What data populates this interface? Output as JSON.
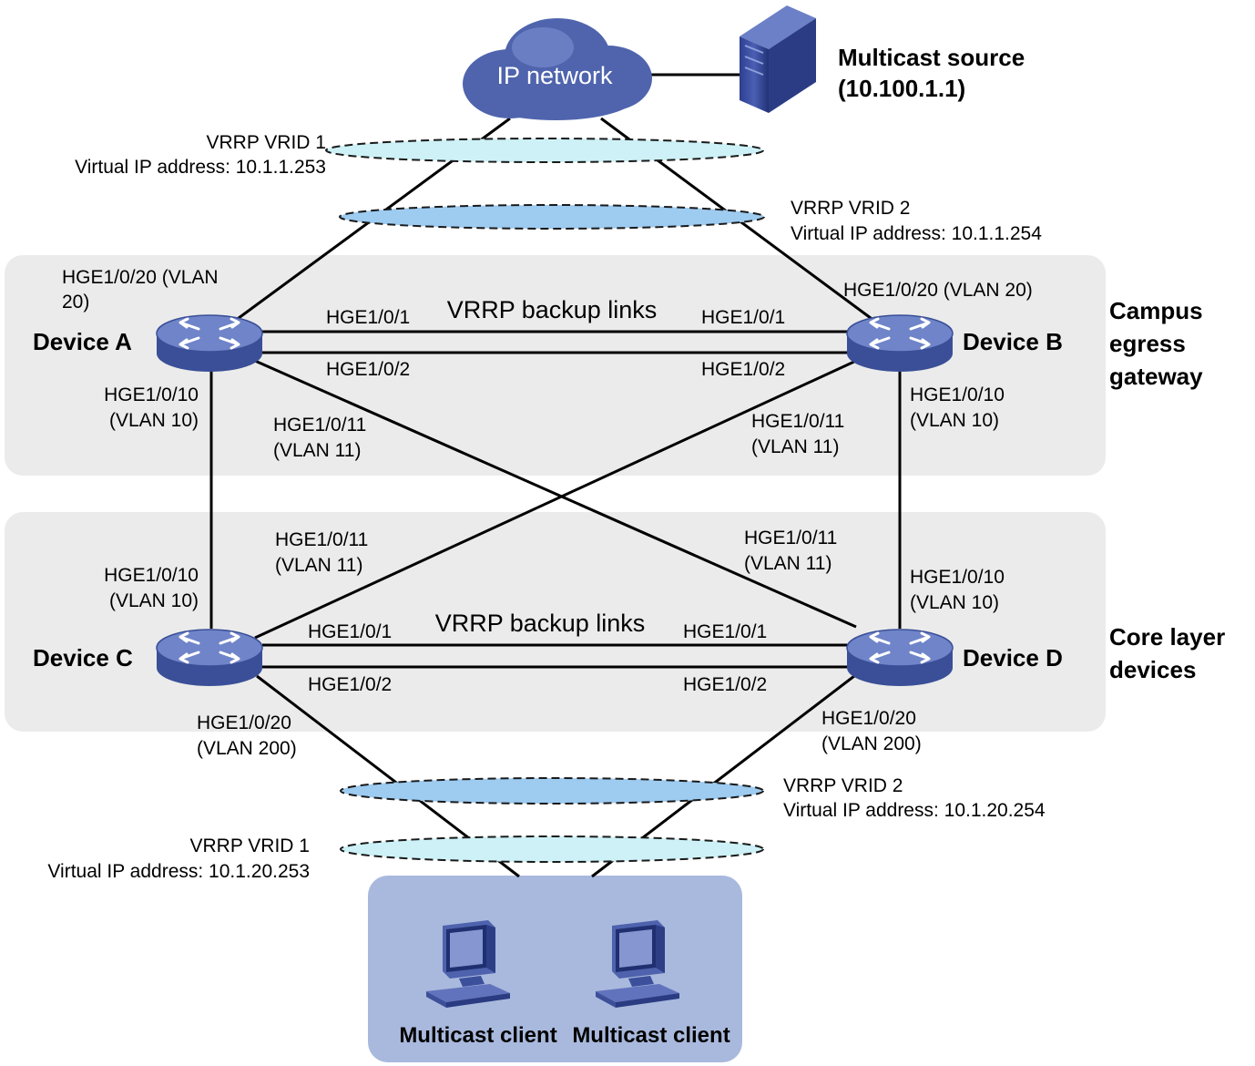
{
  "cloud_label": "IP network",
  "source": {
    "line1": "Multicast source",
    "line2": "(10.100.1.1)"
  },
  "vrrp_top_1": {
    "name": "VRRP VRID 1",
    "vip": "Virtual IP address: 10.1.1.253"
  },
  "vrrp_top_2": {
    "name": "VRRP VRID 2",
    "vip": "Virtual IP address: 10.1.1.254"
  },
  "vrrp_bottom_1": {
    "name": "VRRP VRID 1",
    "vip": "Virtual IP address: 10.1.20.253"
  },
  "vrrp_bottom_2": {
    "name": "VRRP VRID 2",
    "vip": "Virtual IP address: 10.1.20.254"
  },
  "zones": {
    "egress": [
      "Campus",
      "egress",
      "gateway"
    ],
    "core": [
      "Core layer",
      "devices"
    ]
  },
  "devices": {
    "a": "Device A",
    "b": "Device B",
    "c": "Device C",
    "d": "Device D"
  },
  "backup_links_label": "VRRP backup links",
  "ports": {
    "a_up": [
      "HGE1/0/20 (VLAN",
      "20)"
    ],
    "b_up": "HGE1/0/20 (VLAN 20)",
    "a_p1": "HGE1/0/1",
    "a_p2": "HGE1/0/2",
    "b_p1": "HGE1/0/1",
    "b_p2": "HGE1/0/2",
    "a_p10": [
      "HGE1/0/10",
      "(VLAN 10)"
    ],
    "a_p11": [
      "HGE1/0/11",
      "(VLAN 11)"
    ],
    "b_p10": [
      "HGE1/0/10",
      "(VLAN 10)"
    ],
    "b_p11": [
      "HGE1/0/11",
      "(VLAN 11)"
    ],
    "c_p10": [
      "HGE1/0/10",
      "(VLAN 10)"
    ],
    "c_p11": [
      "HGE1/0/11",
      "(VLAN 11)"
    ],
    "d_p10": [
      "HGE1/0/10",
      "(VLAN 10)"
    ],
    "d_p11": [
      "HGE1/0/11",
      "(VLAN 11)"
    ],
    "c_p1": "HGE1/0/1",
    "c_p2": "HGE1/0/2",
    "d_p1": "HGE1/0/1",
    "d_p2": "HGE1/0/2",
    "c_p20": [
      "HGE1/0/20",
      "(VLAN 200)"
    ],
    "d_p20": [
      "HGE1/0/20",
      "(VLAN 200)"
    ]
  },
  "clients": [
    "Multicast client",
    "Multicast client"
  ],
  "colors": {
    "zone_bg": "#ebebeb",
    "client_zone_bg": "#a9b9dd",
    "cloud": "#4f64ad",
    "router_top": "#6f84c9",
    "router_side": "#3a4f97",
    "vrrp_ellipse": "#9ecbf0",
    "vrrp_ellipse_light": "#cdf1f6"
  },
  "icons": {
    "cloud": "cloud-icon",
    "server": "server-icon",
    "router": "router-icon",
    "pc": "pc-icon"
  }
}
